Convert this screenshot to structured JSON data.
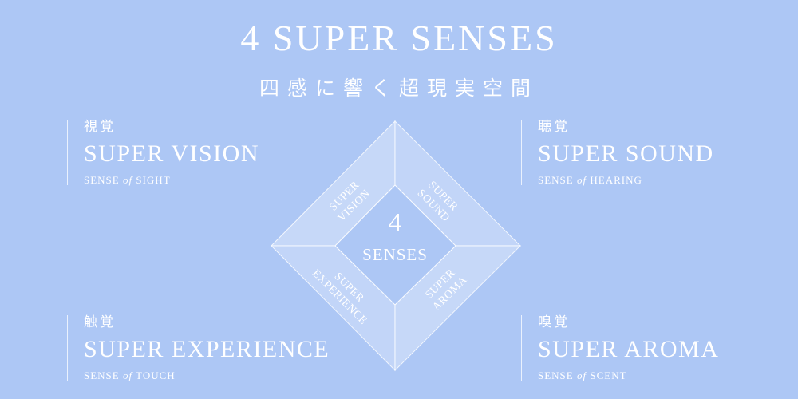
{
  "header": {
    "title": "4 SUPER SENSES",
    "subtitle": "四感に響く超現実空間"
  },
  "senses": [
    {
      "jp": "視覚",
      "name": "SUPER VISION",
      "sub_pre": "SENSE",
      "sub_of": "of",
      "sub_post": "SIGHT"
    },
    {
      "jp": "聴覚",
      "name": "SUPER SOUND",
      "sub_pre": "SENSE",
      "sub_of": "of",
      "sub_post": "HEARING"
    },
    {
      "jp": "触覚",
      "name": "SUPER EXPERIENCE",
      "sub_pre": "SENSE",
      "sub_of": "of",
      "sub_post": "TOUCH"
    },
    {
      "jp": "嗅覚",
      "name": "SUPER AROMA",
      "sub_pre": "SENSE",
      "sub_of": "of",
      "sub_post": "SCENT"
    }
  ],
  "diagram": {
    "center_number": "4",
    "center_label": "SENSES",
    "segments": {
      "top_left": [
        "SUPER",
        "VISION"
      ],
      "top_right": [
        "SUPER",
        "SOUND"
      ],
      "bottom_left": [
        "SUPER",
        "EXPERIENCE"
      ],
      "bottom_right": [
        "SUPER",
        "AROMA"
      ]
    }
  },
  "colors": {
    "background": "#adc7f5",
    "text": "#ffffff",
    "segment_fill": "#c6d8f8",
    "center_fill": "#adc7f5"
  }
}
